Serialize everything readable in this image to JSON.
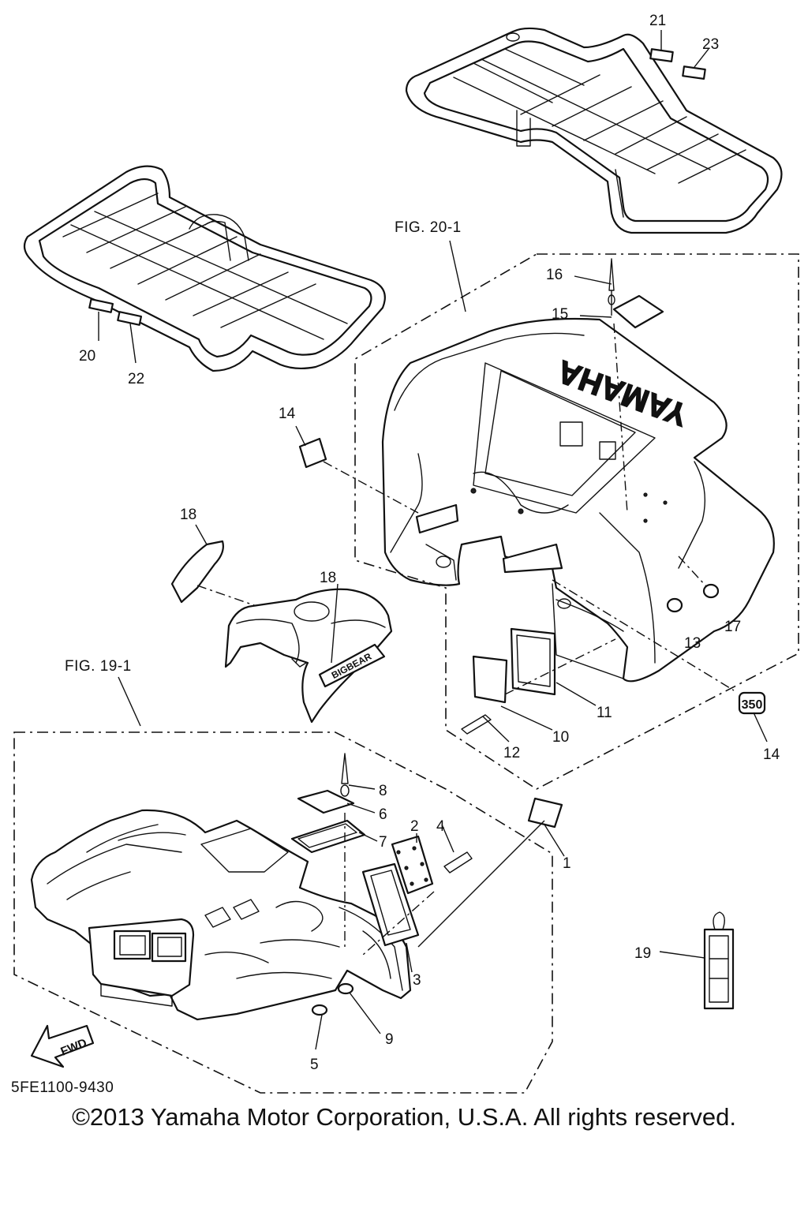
{
  "diagram": {
    "doc_code": "5FE1100-9430",
    "copyright": "©2013 Yamaha Motor Corporation, U.S.A. All rights reserved.",
    "figure_refs": {
      "rear": "FIG. 20-1",
      "front": "FIG. 19-1"
    },
    "fwd_label": "FWD",
    "decals": {
      "brand": "YAMAHA",
      "model": "BIGBEAR",
      "displacement": "350"
    },
    "callouts": {
      "c1": "1",
      "c2": "2",
      "c3": "3",
      "c4": "4",
      "c5": "5",
      "c6": "6",
      "c7": "7",
      "c8": "8",
      "c9": "9",
      "c10": "10",
      "c11": "11",
      "c12": "12",
      "c13": "13",
      "c14a": "14",
      "c14b": "14",
      "c15": "15",
      "c16": "16",
      "c17": "17",
      "c18a": "18",
      "c18b": "18",
      "c19": "19",
      "c20": "20",
      "c21": "21",
      "c22": "22",
      "c23": "23"
    }
  }
}
